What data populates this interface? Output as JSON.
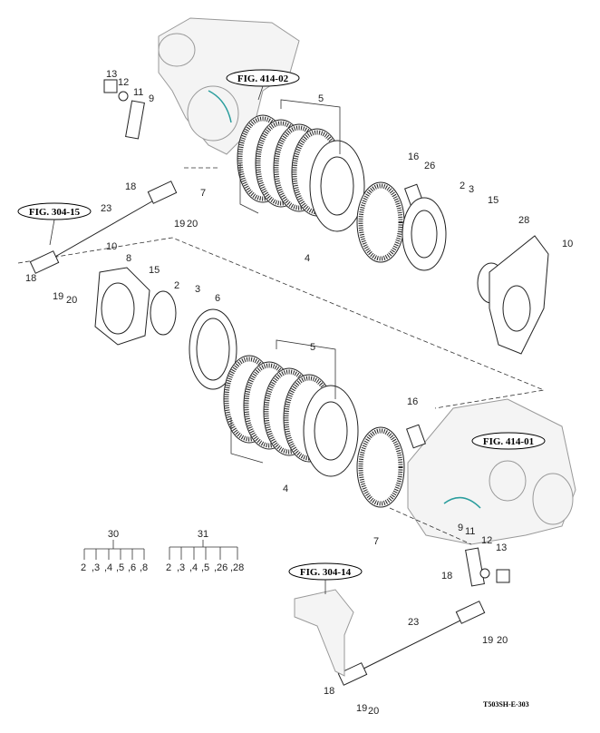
{
  "figure_refs": {
    "top_housing": "FIG. 414-02",
    "left_linkage": "FIG. 304-15",
    "right_housing": "FIG. 414-01",
    "bottom_linkage": "FIG. 304-14"
  },
  "callouts": [
    "13",
    "12",
    "11",
    "9",
    "5",
    "16",
    "26",
    "2",
    "3",
    "15",
    "28",
    "10",
    "7",
    "18",
    "23",
    "19",
    "20",
    "4",
    "10",
    "8",
    "18",
    "19",
    "20",
    "15",
    "2",
    "3",
    "6",
    "5",
    "16",
    "4",
    "7",
    "9",
    "11",
    "12",
    "13",
    "18",
    "23",
    "19",
    "20",
    "18",
    "19",
    "20"
  ],
  "kits": [
    {
      "number": "30",
      "items": [
        "2",
        ",3",
        ",4",
        ",5",
        ",6",
        ",8"
      ]
    },
    {
      "number": "31",
      "items": [
        "2",
        ",3",
        ",4",
        ",5",
        ",26",
        ",28"
      ]
    }
  ],
  "drawing_code": "T503SH-E-303"
}
